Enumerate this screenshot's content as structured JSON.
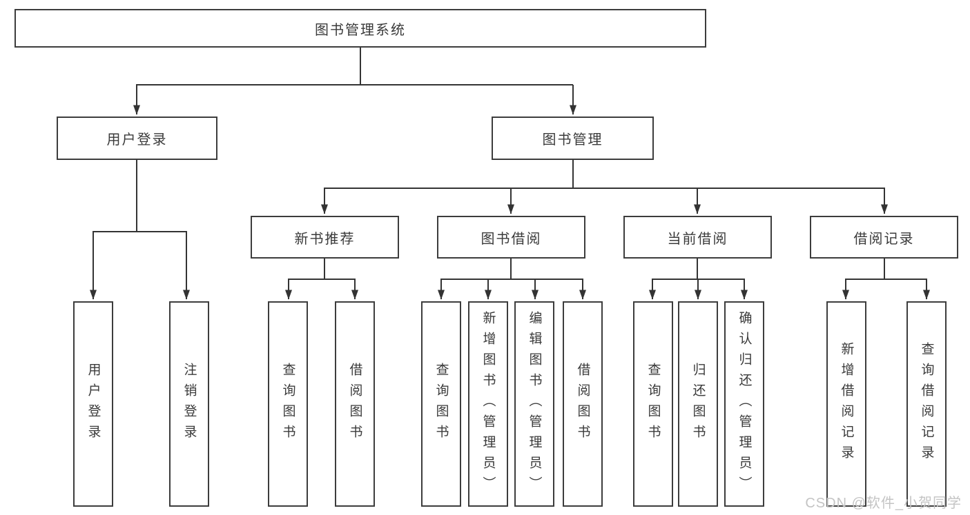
{
  "diagram": {
    "root": "图书管理系统",
    "level2": {
      "user_login": "用户登录",
      "book_mgmt": "图书管理"
    },
    "level3": {
      "new_books": "新书推荐",
      "book_borrow": "图书借阅",
      "current_borrow": "当前借阅",
      "borrow_records": "借阅记录"
    },
    "leaves": {
      "user_login": [
        "用户登录",
        "注销登录"
      ],
      "new_books": [
        "查询图书",
        "借阅图书"
      ],
      "book_borrow": [
        "查询图书",
        "新增图书（管理员）",
        "编辑图书（管理员）",
        "借阅图书"
      ],
      "current_borrow": [
        "查询图书",
        "归还图书",
        "确认归还（管理员）"
      ],
      "borrow_records": [
        "新增借阅记录",
        "查询借阅记录"
      ]
    }
  },
  "watermark": "CSDN @软件_小贺同学",
  "colors": {
    "line": "#333333",
    "border": "#3c3c3c",
    "text": "#3a3a3a",
    "watermark": "#c4c4c4",
    "background": "#ffffff"
  }
}
